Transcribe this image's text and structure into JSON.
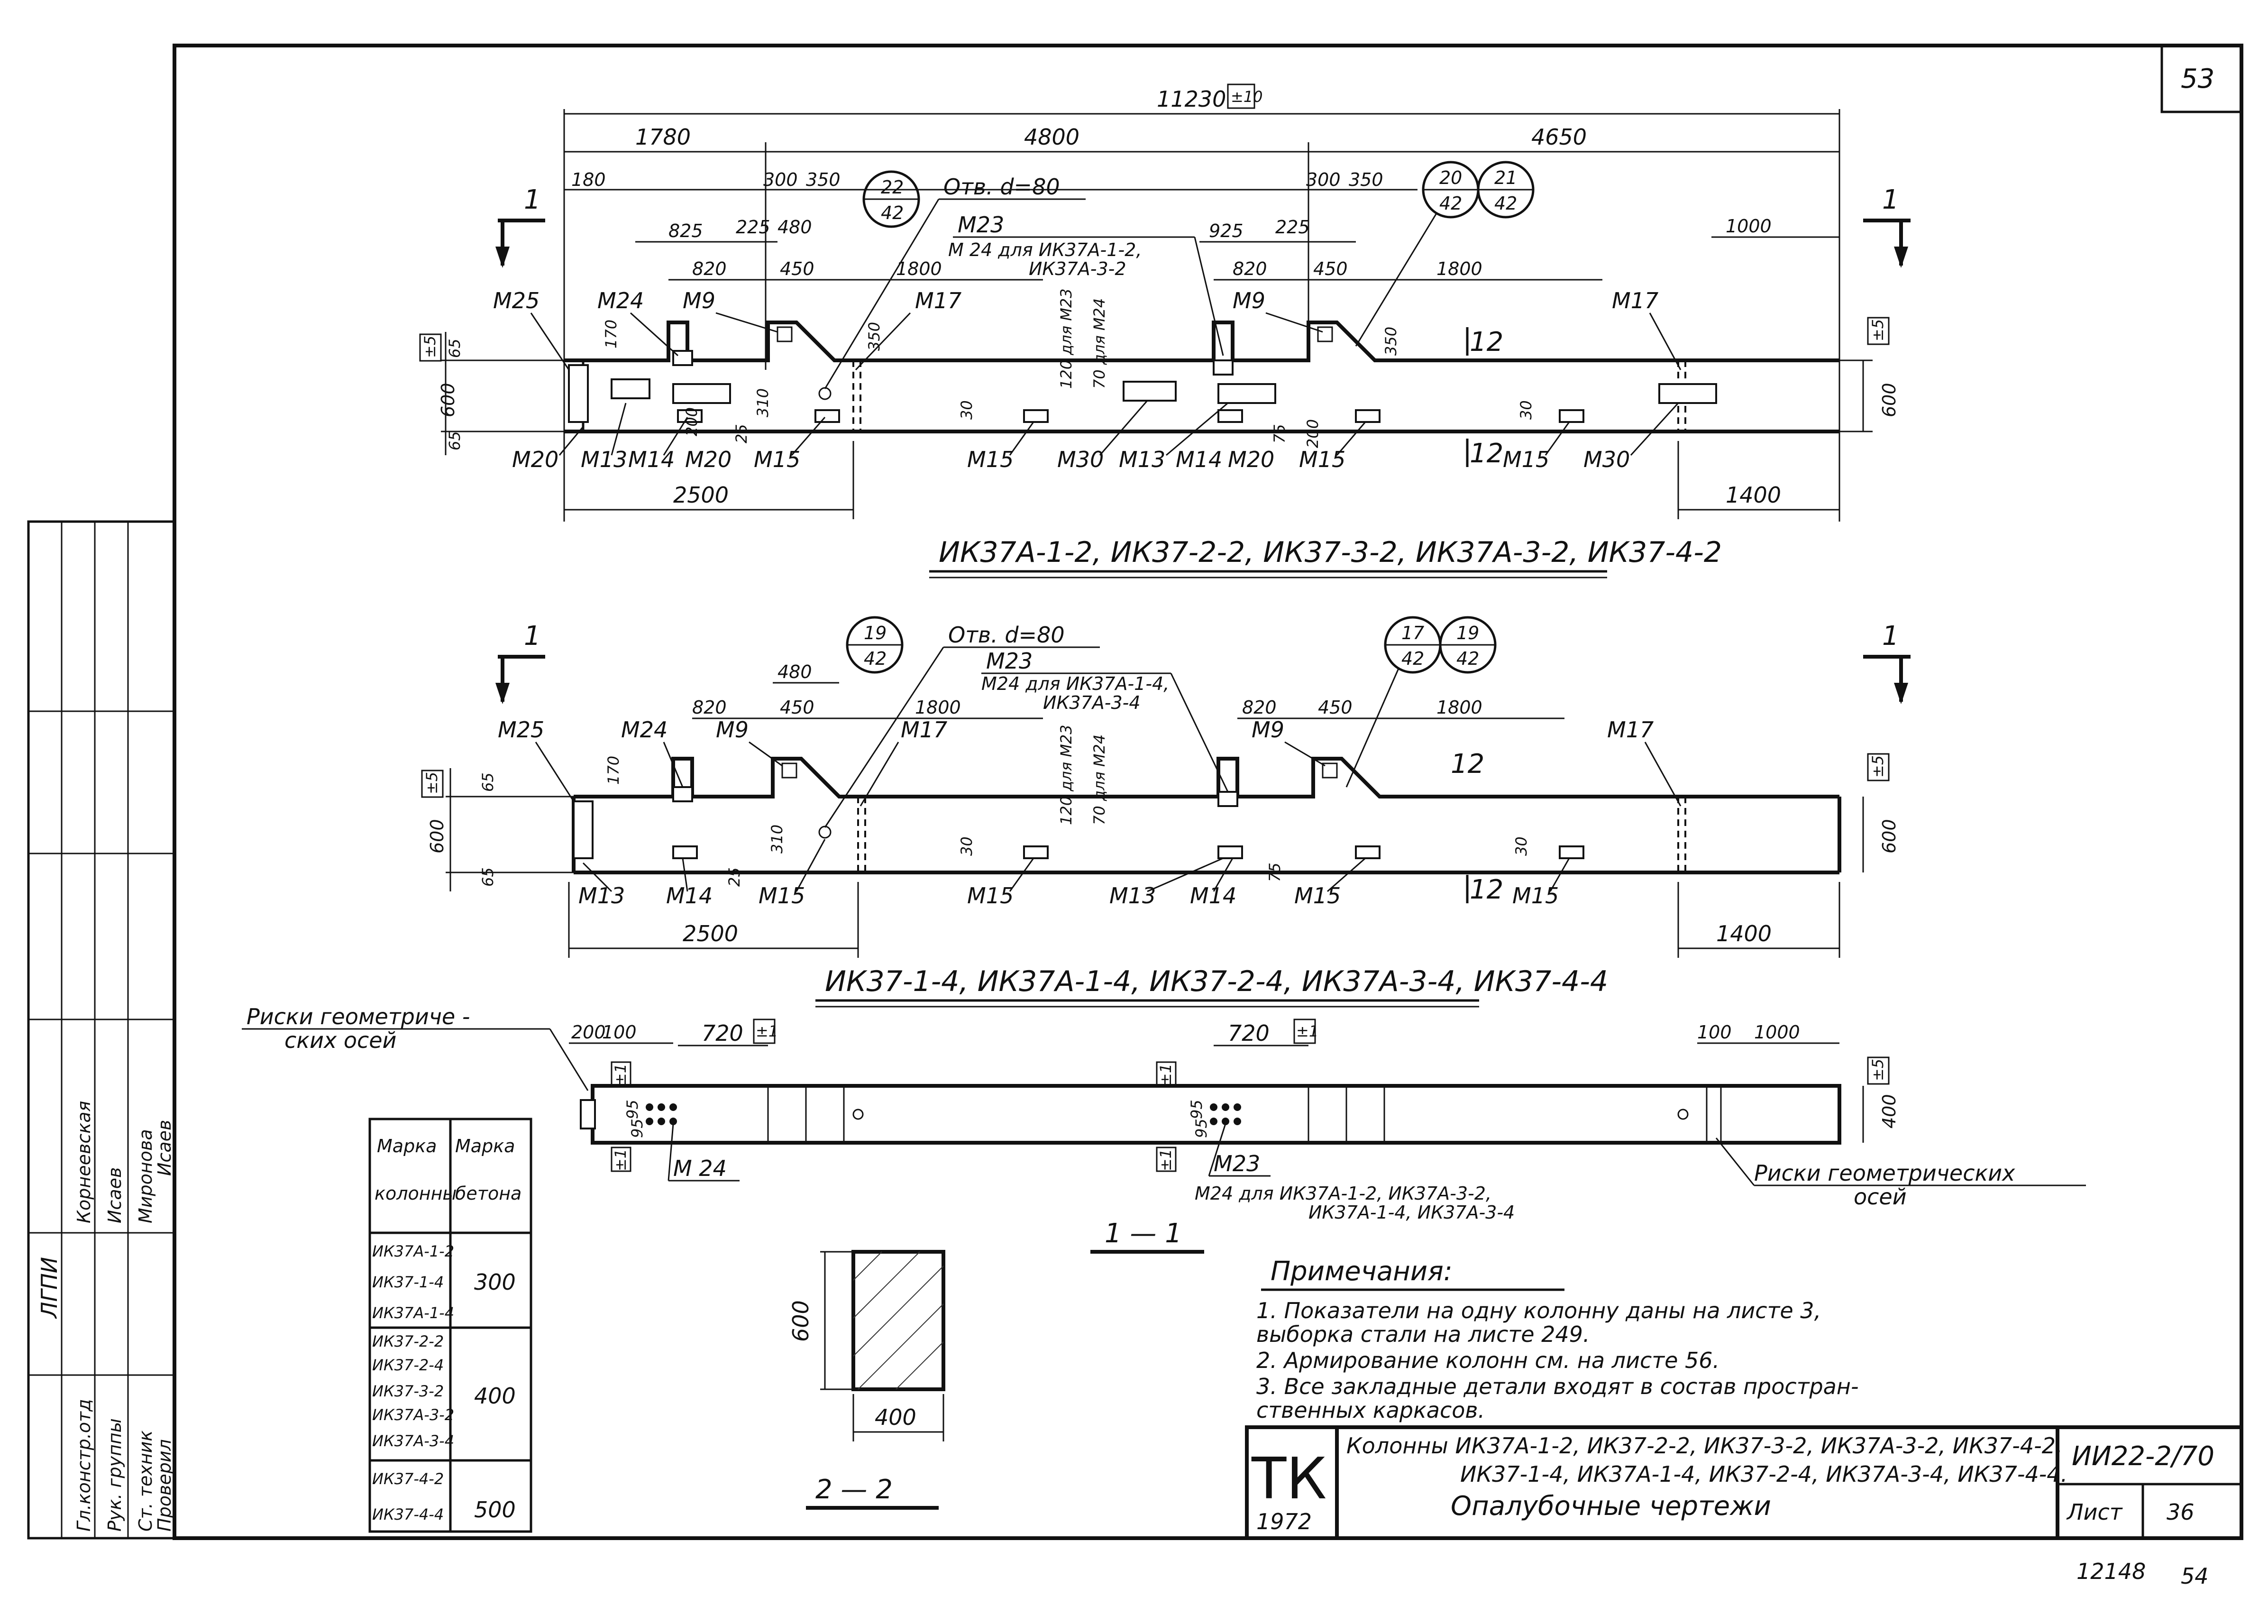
{
  "sheet_number": "53",
  "footer_numbers": [
    "12148",
    "54"
  ],
  "drawing1": {
    "overall": "11230",
    "overall_tol": "±10",
    "dims_top": [
      "1780",
      "4800",
      "4650"
    ],
    "dims_small": [
      "180",
      "825",
      "225",
      "480",
      "300",
      "350",
      "820",
      "450",
      "1800",
      "925",
      "225",
      "300",
      "350",
      "820",
      "450",
      "1800",
      "1000"
    ],
    "hole_label": "Отв. d=80",
    "m23_note_1": "М23",
    "m23_note_2": "М 24 для ИК37А-1-2,",
    "m23_note_3": "ИК37А-3-2",
    "vnote_1": "120 для М23",
    "vnote_2": "70 для М24",
    "circle_22": "22",
    "circle_22b": "42",
    "circle_20": "20",
    "circle_20b": "42",
    "circle_21": "21",
    "circle_21b": "42",
    "labels_top": [
      "М25",
      "М24",
      "М9",
      "М17",
      "М9",
      "М17"
    ],
    "labels_bottom": [
      "М20",
      "М13",
      "М14",
      "М20",
      "М15",
      "М15",
      "М30",
      "М13",
      "М14",
      "М20",
      "М15",
      "М15",
      "М30"
    ],
    "heights_left": [
      "65",
      "600",
      "65"
    ],
    "tol_left": "±5",
    "tol_right": "±5",
    "height_right": "600",
    "misc_small": [
      "170",
      "200",
      "310",
      "25",
      "350",
      "350",
      "30",
      "30",
      "200",
      "75"
    ],
    "dim_2500": "2500",
    "dim_1400": "1400",
    "mark_12": "12",
    "section_1": "1",
    "caption": "ИК37А-1-2, ИК37-2-2, ИК37-3-2, ИК37А-3-2, ИК37-4-2"
  },
  "drawing2": {
    "hole_label": "Отв. d=80",
    "m23_note_1": "М23",
    "m23_note_2": "М24 для ИК37А-1-4,",
    "m23_note_3": "ИК37А-3-4",
    "vnote_1": "120 для М23",
    "vnote_2": "70 для М24",
    "circle_19": "19",
    "circle_19b": "42",
    "circle_17": "17",
    "circle_17b": "42",
    "circle_19r": "19",
    "circle_19rb": "42",
    "dims_small": [
      "480",
      "450",
      "820",
      "1800",
      "820",
      "450",
      "1800"
    ],
    "labels_top": [
      "М25",
      "М24",
      "М9",
      "М17",
      "М9",
      "М17"
    ],
    "labels_bottom": [
      "М13",
      "М14",
      "М15",
      "М15",
      "М13",
      "М14",
      "М15",
      "М15"
    ],
    "heights_left": [
      "65",
      "600",
      "65"
    ],
    "tol_left": "±5",
    "tol_right": "±5",
    "height_right": "600",
    "misc_small": [
      "170",
      "310",
      "25",
      "30",
      "75",
      "30"
    ],
    "dim_2500": "2500",
    "dim_1400": "1400",
    "mark_12": "12",
    "section_1": "1",
    "caption": "ИК37-1-4, ИК37А-1-4, ИК37-2-4, ИК37А-3-4, ИК37-4-4"
  },
  "plan": {
    "risk_label_1": "Риски геометриче -",
    "risk_label_2": "ских осей",
    "risk_label_r1": "Риски геометрических",
    "risk_label_r2": "осей",
    "dims": [
      "200",
      "100",
      "720",
      "720",
      "100",
      "1000"
    ],
    "tols": [
      "±1",
      "±1",
      "±1",
      "±1",
      "±1",
      "±1"
    ],
    "tol_right": "±5",
    "height_right": "400",
    "small": [
      "95",
      "95",
      "95",
      "95"
    ],
    "m24": "М 24",
    "m23": "М23",
    "m24_note_1": "М24 для ИК37А-1-2, ИК37А-3-2,",
    "m24_note_2": "ИК37А-1-4, ИК37А-3-4",
    "section_label": "1 — 1"
  },
  "section22": {
    "height": "600",
    "width": "400",
    "label": "2 — 2"
  },
  "table": {
    "header_1a": "Марка",
    "header_1b": "колонны",
    "header_2a": "Марка",
    "header_2b": "бетона",
    "group1": [
      "ИК37А-1-2",
      "ИК37-1-4",
      "ИК37А-1-4"
    ],
    "grade1": "300",
    "group2": [
      "ИК37-2-2",
      "ИК37-2-4",
      "ИК37-3-2",
      "ИК37А-3-2",
      "ИК37А-3-4"
    ],
    "grade2": "400",
    "group3": [
      "ИК37-4-2",
      "ИК37-4-4"
    ],
    "grade3": "500"
  },
  "notes": {
    "title": "Примечания:",
    "n1a": "1. Показатели на одну колонну даны на листе 3,",
    "n1b": "выборка стали на листе 249.",
    "n2": "2. Армирование колонн см. на листе 56.",
    "n3a": "3. Все закладные детали  входят в состав простран-",
    "n3b": "ственных каркасов."
  },
  "stamp": {
    "logo": "ТК",
    "year": "1972",
    "title_1": "Колонны ИК37А-1-2, ИК37-2-2, ИК37-3-2, ИК37А-3-2, ИК37-4-2,",
    "title_2": "ИК37-1-4, ИК37А-1-4, ИК37-2-4, ИК37А-3-4, ИК37-4-4.",
    "title_3": "Опалубочные чертежи",
    "code": "ИИ22-2/70",
    "sheet_label": "Лист",
    "sheet_no": "36"
  },
  "side_stamp": {
    "org": "ЛГПИ",
    "roles": [
      "Гл.констр.отд",
      "Рук. группы",
      "Ст. техник",
      "Проверил"
    ],
    "names": [
      "Корнеевская",
      "Исаев",
      "Миронова",
      "Исаев"
    ]
  }
}
